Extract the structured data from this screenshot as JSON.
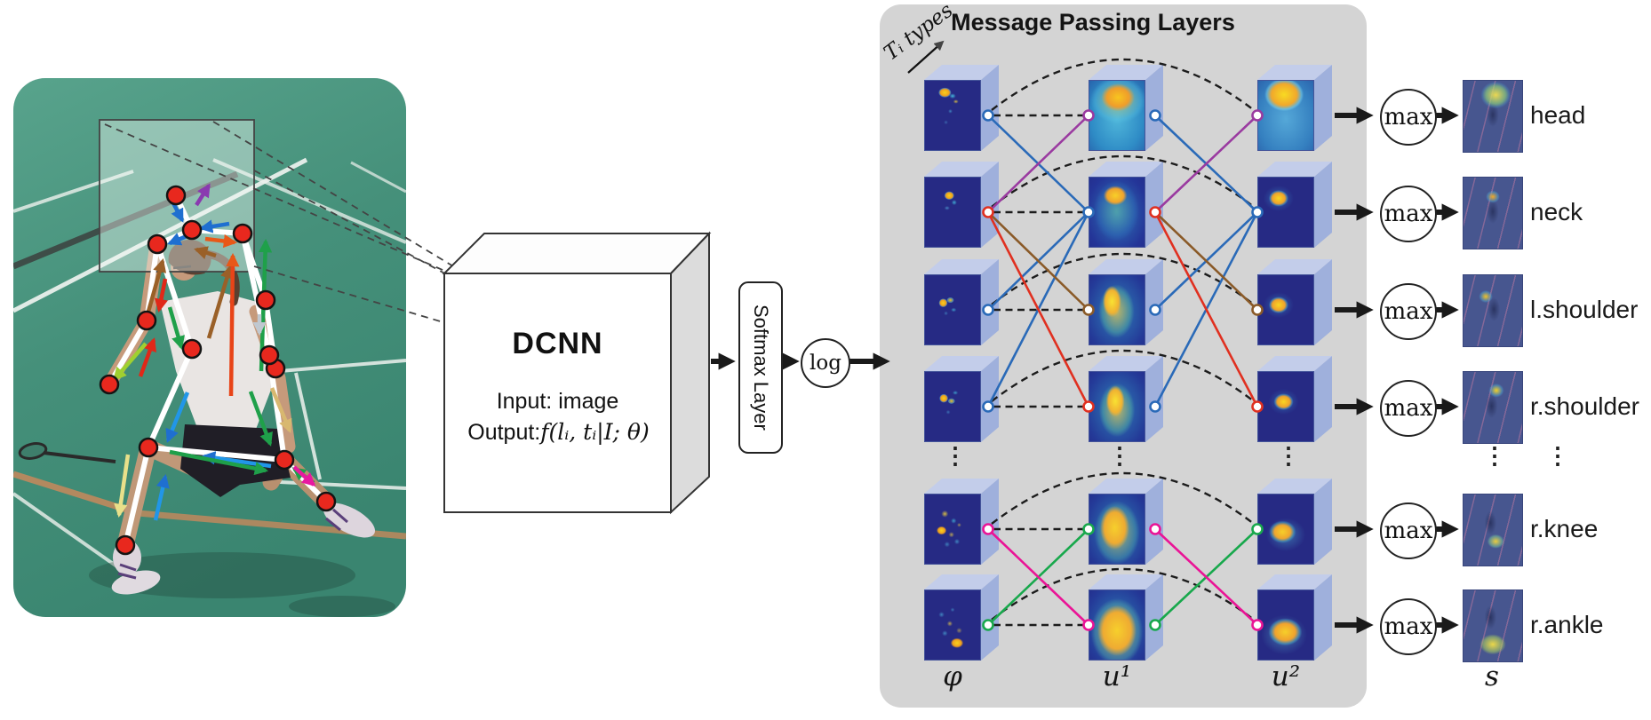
{
  "dcnn": {
    "title": "DCNN",
    "input_line": "Input: image",
    "output_prefix": "Output:",
    "output_formula": "f(lᵢ, tᵢ|I; θ)"
  },
  "softmax_label": "Softmax Layer",
  "log_label": "log",
  "max_label": "max",
  "panel": {
    "title": "Message Passing Layers",
    "types_label": "Tᵢ types",
    "ellipsis": "⋮",
    "columns": {
      "phi": "φ",
      "u1": "u¹",
      "u2": "u²",
      "s": "s"
    }
  },
  "rows": [
    {
      "label": "head"
    },
    {
      "label": "neck"
    },
    {
      "label": "l.shoulder"
    },
    {
      "label": "r.shoulder"
    },
    {
      "label": "r.knee"
    },
    {
      "label": "r.ankle"
    }
  ],
  "colors": {
    "edge_blue": "#2a6ab8",
    "edge_purple": "#9a3aa0",
    "edge_red": "#e03020",
    "edge_brown": "#8a5a28",
    "edge_green": "#18a84c",
    "edge_magenta": "#ea1496",
    "panel_bg": "#d4d4d4",
    "cube_top": "#c3cdea",
    "cube_side": "#9fb0dc",
    "heatmap_navy": "#262a84"
  }
}
